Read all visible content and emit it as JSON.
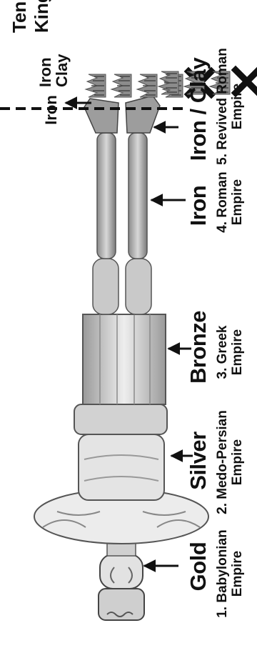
{
  "metals": [
    {
      "label": "Gold"
    },
    {
      "label": "Silver"
    },
    {
      "label": "Bronze"
    },
    {
      "label": "Iron"
    },
    {
      "label": "Iron / Clay"
    }
  ],
  "empires": [
    {
      "line1": "1. Babylonian",
      "line2": "Empire"
    },
    {
      "line1": "2. Medo-Persian",
      "line2": "Empire"
    },
    {
      "line1": "3. Greek",
      "line2": "Empire"
    },
    {
      "line1": "4. Roman",
      "line2": "Empire"
    },
    {
      "line1": "5. Revived Roman",
      "line2": "Empire"
    }
  ],
  "transition": {
    "from": "Iron",
    "to_line1": "Iron",
    "to_line2": "Clay"
  },
  "clipped_title": "Ten Toes / Kingdoms",
  "toes": {
    "top_row": {
      "crowns": 3,
      "crossed_out": 2
    },
    "bottom_row": {
      "crowns": 4,
      "crossed_out": 1
    }
  },
  "colors": {
    "ink": "#111111",
    "statue_light": "#e6e6e6",
    "statue_mid": "#b8b8b8",
    "statue_dark": "#6e6e6e",
    "crown_grey": "#8c8c8c"
  }
}
